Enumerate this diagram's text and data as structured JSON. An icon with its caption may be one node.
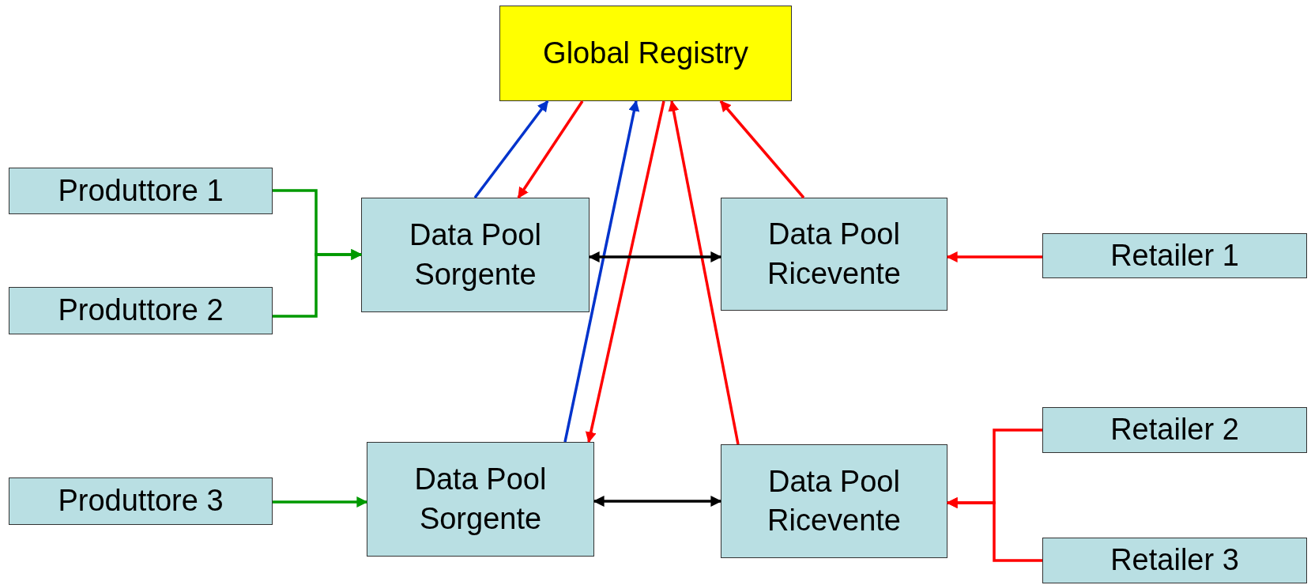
{
  "diagram": {
    "nodes": [
      {
        "text": [
          "Global Registry"
        ]
      },
      {
        "text": [
          "Produttore 1"
        ]
      },
      {
        "text": [
          "Produttore 2"
        ]
      },
      {
        "text": [
          "Data Pool Sorgente"
        ]
      },
      {
        "text": [
          "Data Pool Ricevente"
        ]
      },
      {
        "text": [
          "Retailer 1"
        ]
      },
      {
        "text": [
          "Produttore 3"
        ]
      },
      {
        "text": [
          "Data Pool Sorgente"
        ]
      },
      {
        "text": [
          "Data Pool Ricevente"
        ]
      },
      {
        "text": [
          "Retailer 2"
        ]
      },
      {
        "text": [
          "Retailer 3"
        ]
      }
    ],
    "edges": [
      {
        "from": 1,
        "to": 3,
        "arrow": "to",
        "color": "#009900"
      },
      {
        "from": 2,
        "to": 3,
        "arrow": "to",
        "color": "#009900"
      },
      {
        "from": 3,
        "to": 0,
        "arrow": "to",
        "color": "#0033cc"
      },
      {
        "from": 0,
        "to": 3,
        "arrow": "to"
      },
      {
        "from": 7,
        "to": 0,
        "arrow": "to",
        "color": "#0033cc"
      },
      {
        "from": 0,
        "to": 7,
        "arrow": "to"
      },
      {
        "from": 8,
        "to": 0,
        "arrow": "to"
      },
      {
        "from": 4,
        "to": 0,
        "arrow": "to"
      },
      {
        "from": 3,
        "to": 4,
        "arrow": "both",
        "color": "#000000"
      },
      {
        "from": 5,
        "to": 4,
        "arrow": "to"
      },
      {
        "from": 6,
        "to": 7,
        "arrow": "to",
        "color": "#009900"
      },
      {
        "from": 7,
        "to": 8,
        "arrow": "both",
        "color": "#000000"
      },
      {
        "from": 9,
        "to": 8,
        "arrow": "to"
      },
      {
        "from": 10,
        "to": 8,
        "arrow": "to"
      }
    ]
  }
}
